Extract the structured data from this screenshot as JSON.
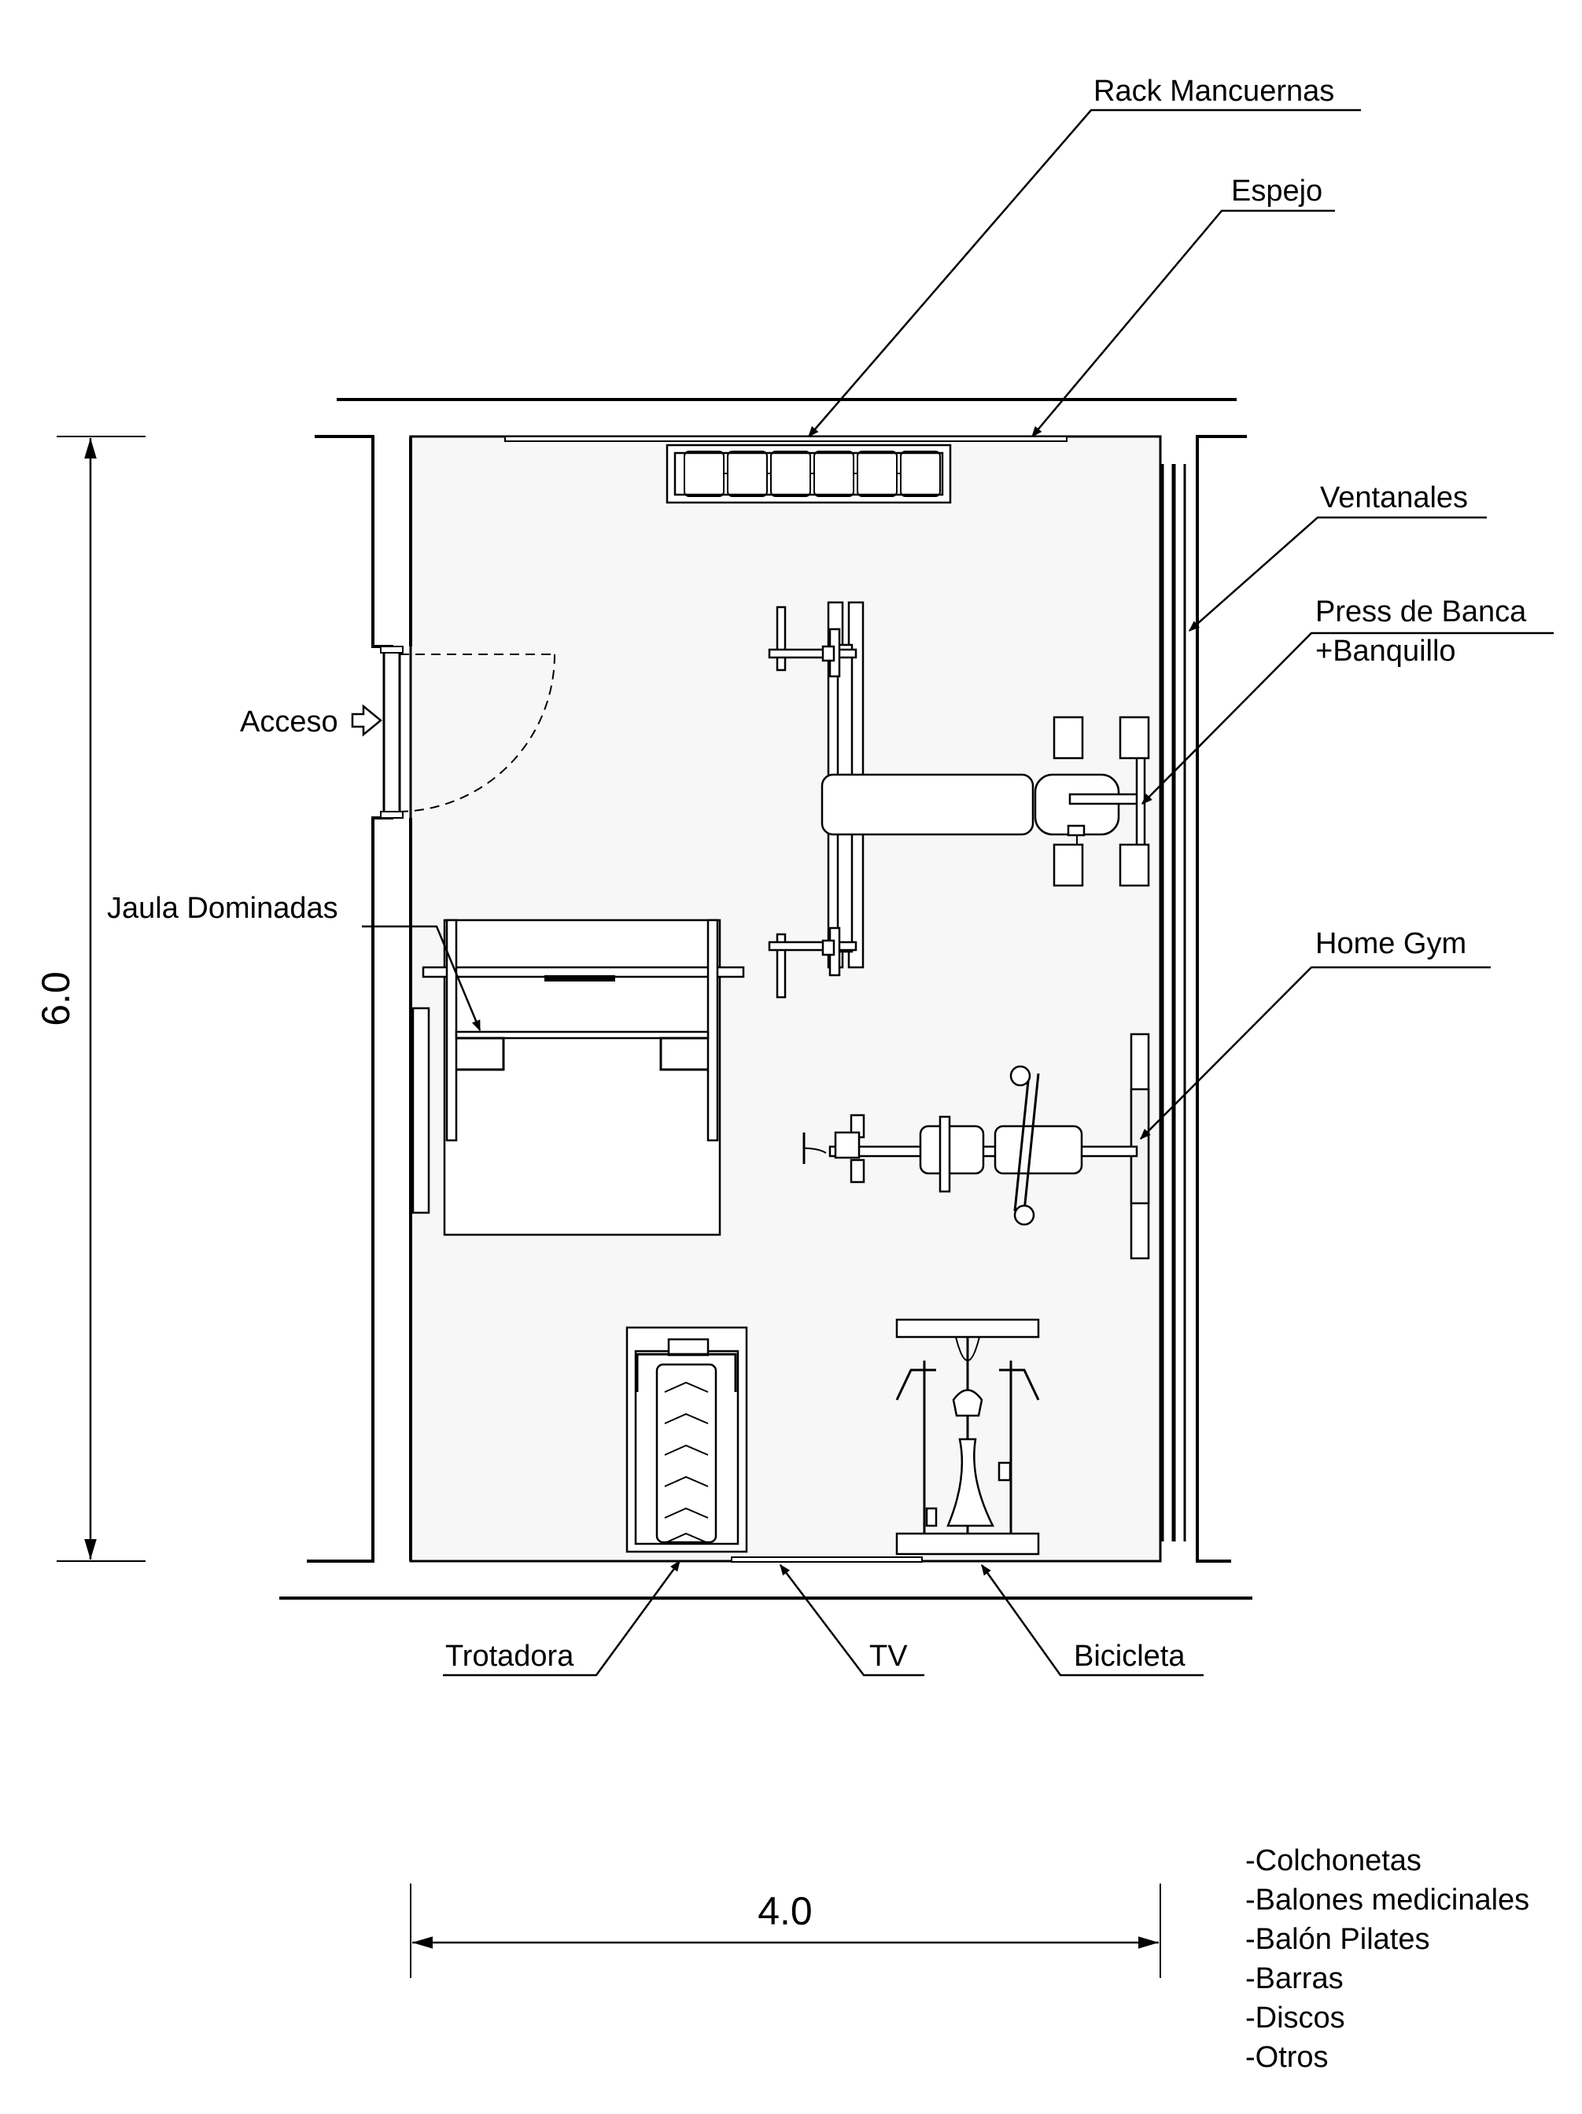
{
  "labels": {
    "rack": "Rack Mancuernas",
    "mirror": "Espejo",
    "windows": "Ventanales",
    "bench_line1": "Press de Banca",
    "bench_line2": "+Banquillo",
    "access": "Acceso",
    "pullup_cage": "Jaula Dominadas",
    "home_gym": "Home Gym",
    "treadmill": "Trotadora",
    "tv": "TV",
    "bike": "Bicicleta"
  },
  "dimensions": {
    "height": "6.0",
    "width": "4.0"
  },
  "extras": [
    "-Colchonetas",
    "-Balones medicinales",
    "-Balón Pilates",
    "-Barras",
    "-Discos",
    "-Otros"
  ]
}
